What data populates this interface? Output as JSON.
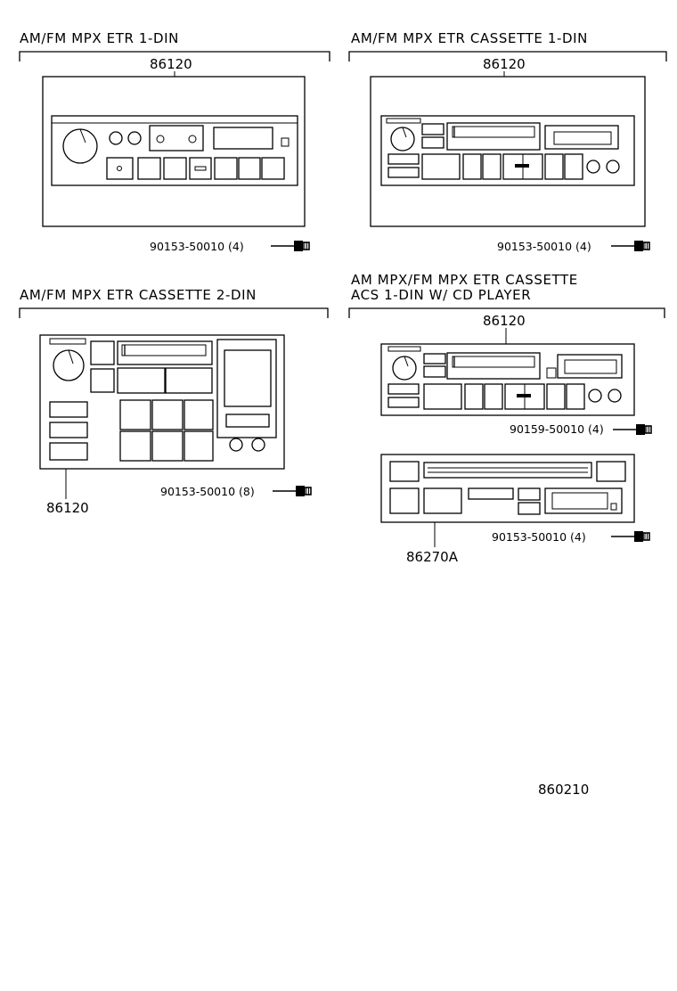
{
  "sections": [
    {
      "title": "AM/FM MPX ETR 1-DIN",
      "part_number": "86120",
      "screw": "90153-50010 (4)"
    },
    {
      "title": "AM/FM MPX ETR CASSETTE 1-DIN",
      "part_number": "86120",
      "screw": "90153-50010 (4)"
    },
    {
      "title": "AM/FM MPX ETR CASSETTE 2-DIN",
      "part_number": "86120",
      "screw": "90153-50010 (8)"
    },
    {
      "title_line1": "AM MPX/FM MPX ETR CASSETTE",
      "title_line2": "ACS 1-DIN W/ CD PLAYER",
      "part_number": "86120",
      "screw": "90159-50010 (4)",
      "cd_part_number": "86270A",
      "cd_screw": "90153-50010 (4)"
    }
  ],
  "figure_code": "860210",
  "icons": [
    "screw-icon"
  ]
}
